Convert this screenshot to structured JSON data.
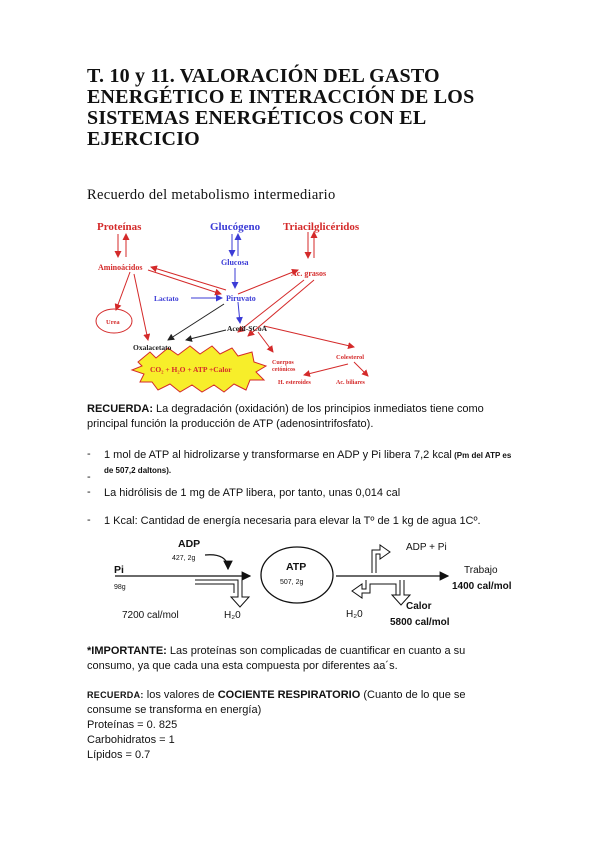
{
  "title": "T. 10 y 11. VALORACIÓN DEL GASTO ENERGÉTICO E INTERACCIÓN DE LOS SISTEMAS ENERGÉTICOS CON EL EJERCICIO",
  "subtitle": "Recuerdo del metabolismo intermediario",
  "diagram": {
    "proteinas": "Proteínas",
    "glucogeno": "Glucógeno",
    "triacil": "Triacilglicéridos",
    "aminoacidos": "Aminoácidos",
    "glucosa": "Glucosa",
    "ac_grasos": "Ac. grasos",
    "lactato": "Lactato",
    "piruvato": "Piruvato",
    "urea": "Urea",
    "acetil": "Acetil-SCoA",
    "oxalacetato": "Oxalacetato",
    "burst": "CO₂ + H₂O + ATP +Calor",
    "cuerpos": "Cuerpos cetónicos",
    "colesterol": "Colesterol",
    "h_esteroides": "H. esteroides",
    "ac_biliares": "Ac. biliares"
  },
  "recuerda": {
    "label": "RECUERDA:",
    "text": " La degradación (oxidación) de los principios inmediatos tiene como principal función la producción de ATP (adenosintrifosfato)."
  },
  "bullets": {
    "b1_main": "1 mol de ATP al hidrolizarse y transformarse en ADP y Pi libera 7,2 kcal",
    "b1_small": " (Pm del ATP es de 507,2 daltons).",
    "b2": "La hidrólisis de 1 mg de ATP libera, por tanto, unas 0,014 cal",
    "b3": "1 Kcal: Cantidad de energía necesaria para elevar la Tº de 1 kg de agua 1Cº."
  },
  "atp_diagram": {
    "adp_label": "ADP",
    "adp_sub": "427, 2g",
    "pi_label": "Pi",
    "pi_sub": "98g",
    "cal_left": "7200 cal/mol",
    "h2o_left": "H₂0",
    "atp_label": "ATP",
    "atp_sub": "507, 2g",
    "adp_pi": "ADP + Pi",
    "trabajo": "Trabajo",
    "trabajo_val": "1400 cal/mol",
    "h2o_right": "H₂0",
    "calor": "Calor",
    "calor_val": "5800 cal/mol"
  },
  "importante": {
    "label": "*IMPORTANTE:",
    "text": " Las proteínas son complicadas de cuantificar en cuanto a su consumo, ya que cada una esta compuesta por diferentes aa´s."
  },
  "cociente": {
    "label": "RECUERDA:",
    "text1": " los valores de ",
    "bold": "COCIENTE RESPIRATORIO",
    "text2": " (Cuanto de lo que se consume se transforma en energía)",
    "lines": [
      "Proteínas = 0. 825",
      "Carbohidratos = 1",
      "Lípidos = 0.7"
    ]
  },
  "colors": {
    "red": "#d42a2a",
    "blue": "#3b3bd6",
    "burst": "#f7ee2a"
  }
}
